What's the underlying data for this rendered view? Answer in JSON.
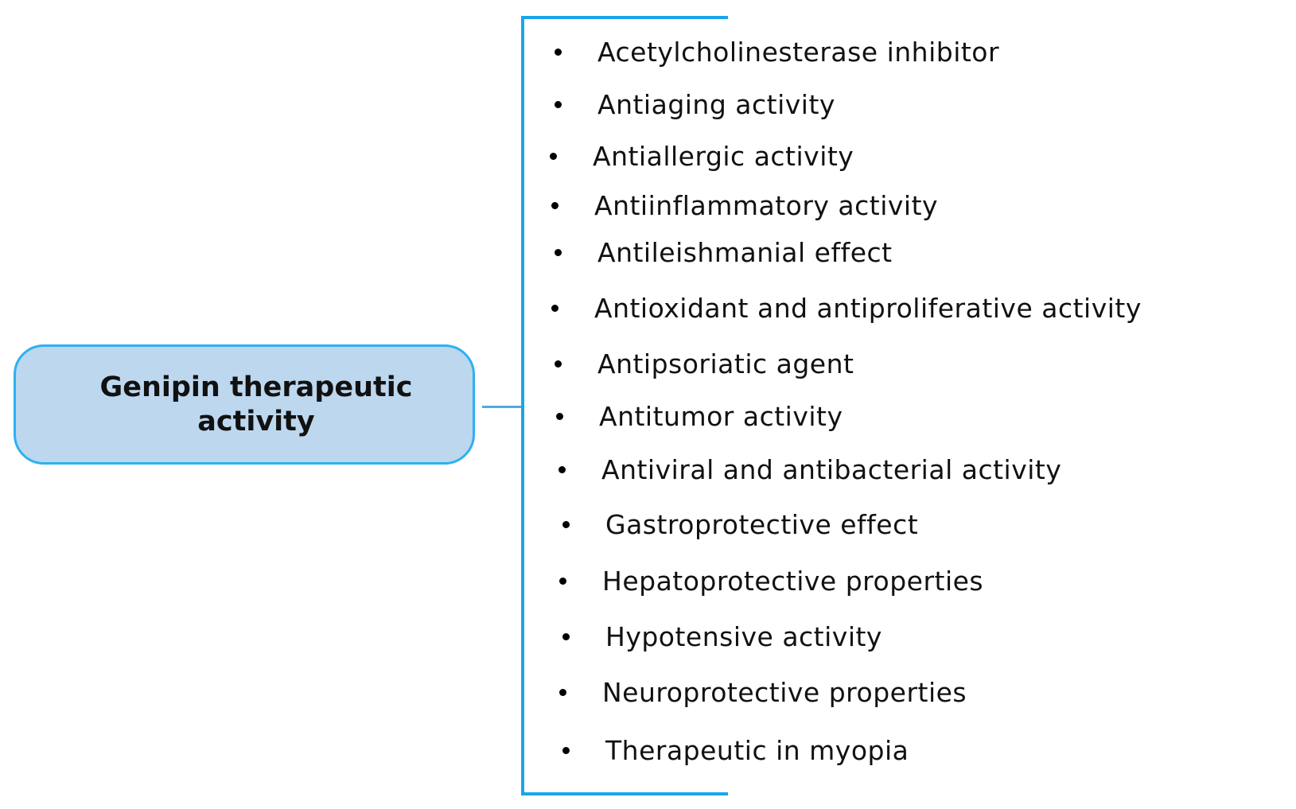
{
  "root": {
    "label_line1": "Genipin therapeutic",
    "label_line2": "activity",
    "fill_color": "#bdd7ee",
    "border_color": "#2db1f0"
  },
  "bracket_color": "#1aa5e9",
  "items": [
    "Acetylcholinesterase inhibitor",
    "Antiaging activity",
    "Antiallergic activity",
    "Antiinflammatory activity",
    "Antileishmanial effect",
    "Antioxidant and antiproliferative activity",
    "Antipsoriatic agent",
    "Antitumor activity",
    "Antiviral and antibacterial activity",
    "Gastroprotective effect",
    "Hepatoprotective properties",
    "Hypotensive activity",
    "Neuroprotective properties",
    "Therapeutic in myopia"
  ]
}
